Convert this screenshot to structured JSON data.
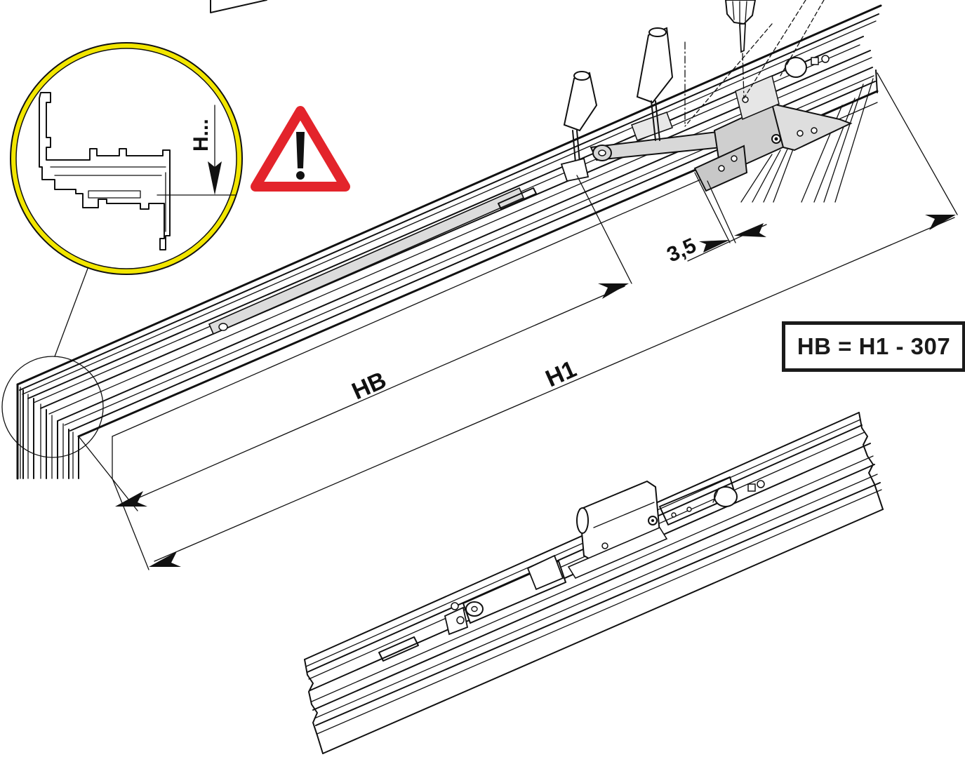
{
  "labels": {
    "hb": "HB",
    "h1": "H1",
    "gap": "3,5",
    "detail_height": "H..."
  },
  "formula": "HB = H1 - 307",
  "colors": {
    "warning_red": "#e3242b",
    "detail_circle_yellow": "#f2e600",
    "line": "#111111",
    "part_fill": "#d8d8d8"
  },
  "icons": [
    "warning-icon",
    "screwdriver-icon",
    "hex-key-icon"
  ]
}
